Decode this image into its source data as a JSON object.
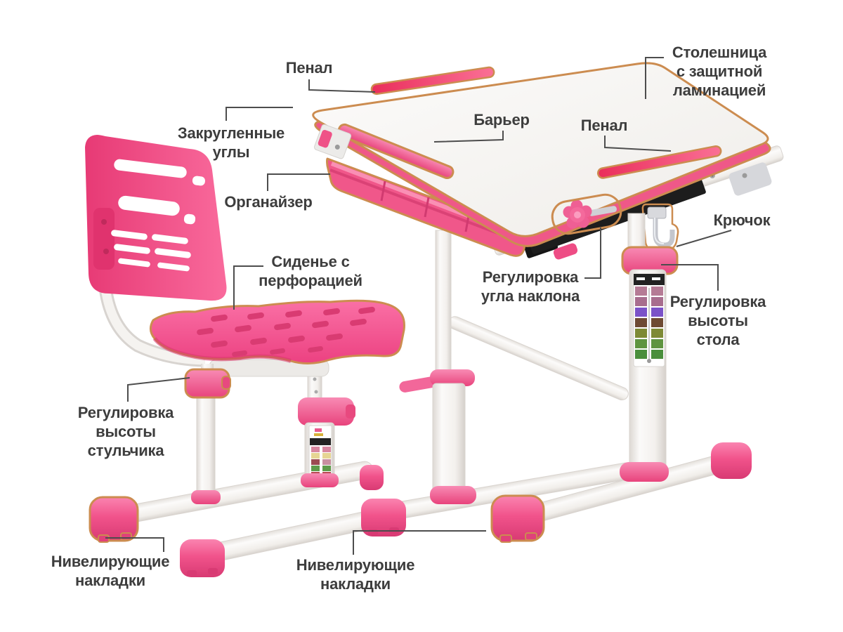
{
  "diagram": {
    "subject": "children desk and chair parts diagram",
    "language": "ru"
  },
  "palette": {
    "pink_main": "#f1538b",
    "pink_dark": "#d83a73",
    "pink_light": "#fa84b0",
    "tray_red": "#ea2e5b",
    "highlight_orange": "#cc8c50",
    "label_text": "#3d3d3d",
    "callout_line": "#4d4d4d",
    "plastic_white": "#f6f4f1",
    "strip_black": "#1d1d1d",
    "chrome": "#c6c8cf",
    "background": "#ffffff"
  },
  "labels": {
    "penal_top": "Пенал",
    "tabletop": "Столешница\nс защитной\nламинацией",
    "rounded_corners": "Закругленные\nуглы",
    "barrier": "Барьер",
    "penal_right": "Пенал",
    "organizer": "Органайзер",
    "hook": "Крючок",
    "tilt_adjust": "Регулировка\nугла наклона",
    "desk_height_adjust": "Регулировка\nвысоты\nстола",
    "seat_perforated": "Сиденье с\nперфорацией",
    "chair_height_adjust": "Регулировка\nвысоты\nстульчика",
    "leveling_pads_left": "Нивелирующие\nнакладки",
    "leveling_pads_right": "Нивелирующие\nнакладки"
  }
}
